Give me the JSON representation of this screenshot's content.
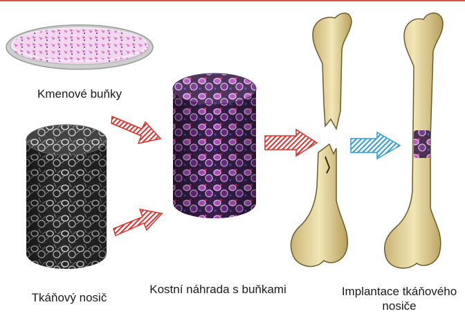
{
  "labels": {
    "stem_cells": "Kmenové buňky",
    "scaffold": "Tkáňový nosič",
    "bone_substitute": "Kostní náhrada s buňkami",
    "implant_line1": "Implantace tkáňového",
    "implant_line2": "nosiče"
  },
  "colors": {
    "top_rule": "#d9534f",
    "red_arrow": "#d9302c",
    "blue_arrow": "#2f9bd6",
    "bone": "#e9dca6",
    "bone_shade": "#b9a46a",
    "dish": "#d8d8d8",
    "cells_pink": "#e59ad7",
    "scaffold_grey": "#6e6e6e",
    "substitute_purple": "#8a3fa0"
  },
  "icons": [
    "petri-dish-icon",
    "scaffold-cylinder-icon",
    "seeded-cylinder-icon",
    "fractured-femur-icon",
    "repaired-femur-icon"
  ]
}
